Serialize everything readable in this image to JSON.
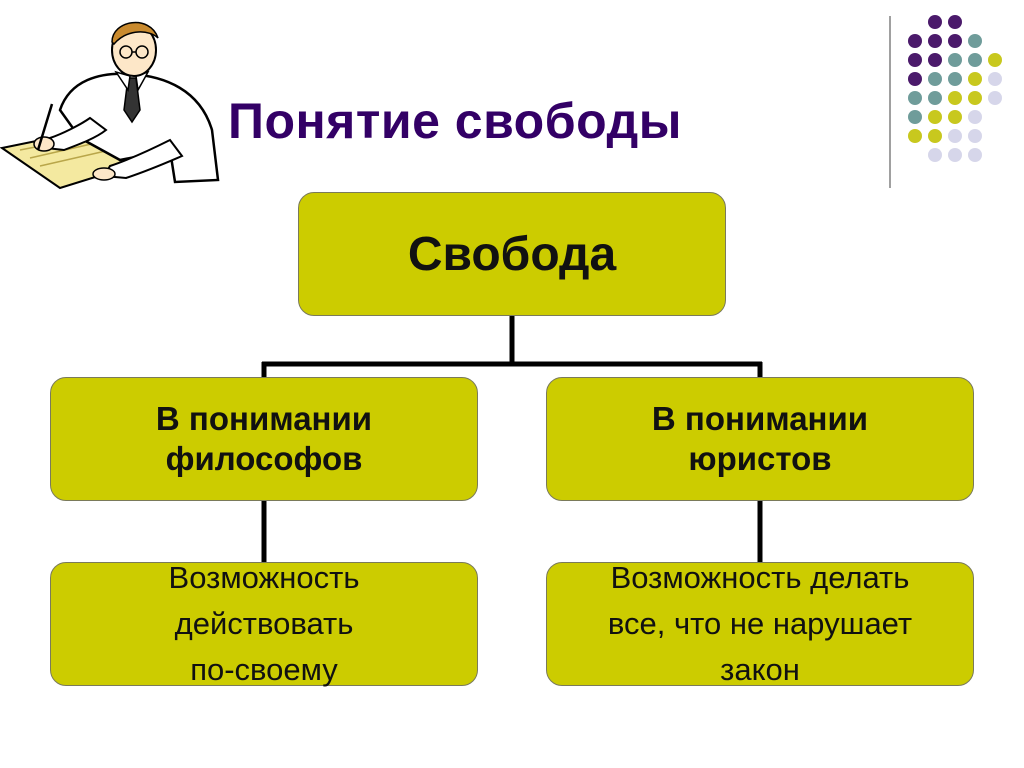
{
  "slide": {
    "title": "Понятие свободы"
  },
  "diagram": {
    "root": {
      "label": "Свобода"
    },
    "branches": [
      {
        "label": "В понимании\nфилософов",
        "description": "Возможность\nдействовать\nпо-своему"
      },
      {
        "label": "В понимании\nюристов",
        "description": "Возможность делать\nвсе, что не нарушает\nзакон"
      }
    ]
  },
  "colors": {
    "title": "#330066",
    "box_fill": "#cccc00",
    "connector": "#000000",
    "dot_purple": "#4b1a6b",
    "dot_teal": "#6f9c9a",
    "dot_olive": "#c8c81e",
    "dot_lavender": "#d6d6ea"
  }
}
